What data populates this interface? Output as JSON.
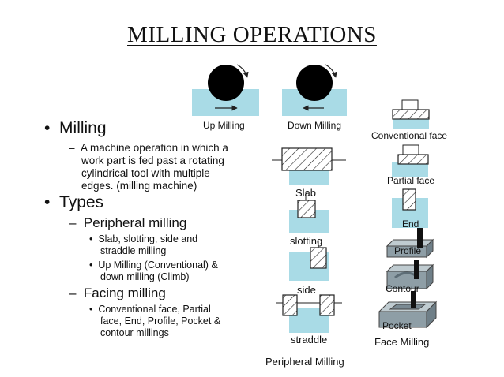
{
  "title": "MILLING OPERATIONS",
  "bullets": {
    "milling": "Milling",
    "milling_desc": [
      "A machine operation in which a",
      "work part is fed past a rotating",
      "cylindrical tool with multiple",
      "edges. (milling machine)"
    ],
    "types": "Types",
    "peripheral": "Peripheral milling",
    "peripheral_items": [
      [
        "Slab, slotting, side and",
        "straddle milling"
      ],
      [
        "Up Milling (Conventional) &",
        "down milling (Climb)"
      ]
    ],
    "facing": "Facing milling",
    "facing_items": [
      [
        "Conventional face, Partial",
        "face, End, Profile, Pocket &",
        "contour millings"
      ]
    ]
  },
  "diagram_labels": {
    "up_milling": "Up Milling",
    "down_milling": "Down Milling",
    "slab": "Slab",
    "slotting": "slotting",
    "side": "side",
    "straddle": "straddle",
    "peripheral_milling": "Peripheral Milling",
    "conventional_face": "Conventional face",
    "partial_face": "Partial face",
    "end": "End",
    "profile": "Profile",
    "contour": "Contour",
    "pocket": "Pocket",
    "face_milling": "Face Milling"
  },
  "colors": {
    "workpiece": "#a9dbe6",
    "cutter": "#000000",
    "solid_block": "#8e9ea6"
  }
}
